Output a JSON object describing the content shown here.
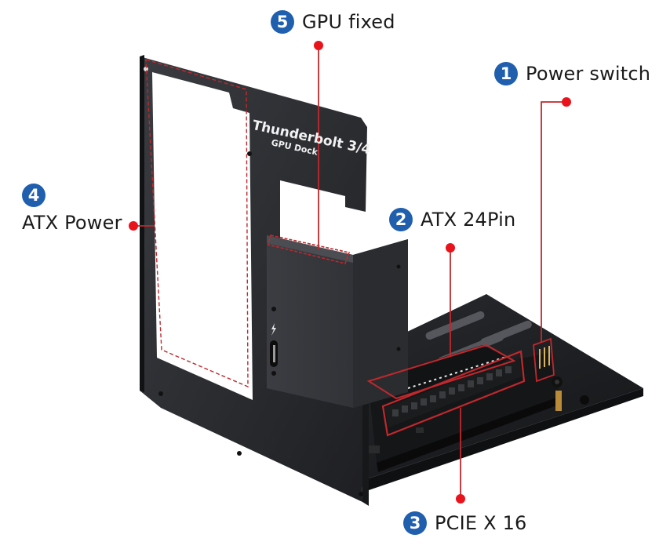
{
  "product": {
    "brand_text": "Thunderbolt 3/4",
    "brand_subtext": "GPU Dock",
    "port_icon": "thunderbolt-icon"
  },
  "callouts": [
    {
      "number": "1",
      "label": "Power switch"
    },
    {
      "number": "2",
      "label": "ATX 24Pin"
    },
    {
      "number": "3",
      "label": "PCIE X 16"
    },
    {
      "number": "4",
      "label": "ATX Power"
    },
    {
      "number": "5",
      "label": "GPU fixed"
    }
  ],
  "colors": {
    "badge": "#1f5fae",
    "leader_line": "#c0282d",
    "leader_dot": "#e8131b",
    "metal": "#2b2d31",
    "background": "#ffffff"
  }
}
